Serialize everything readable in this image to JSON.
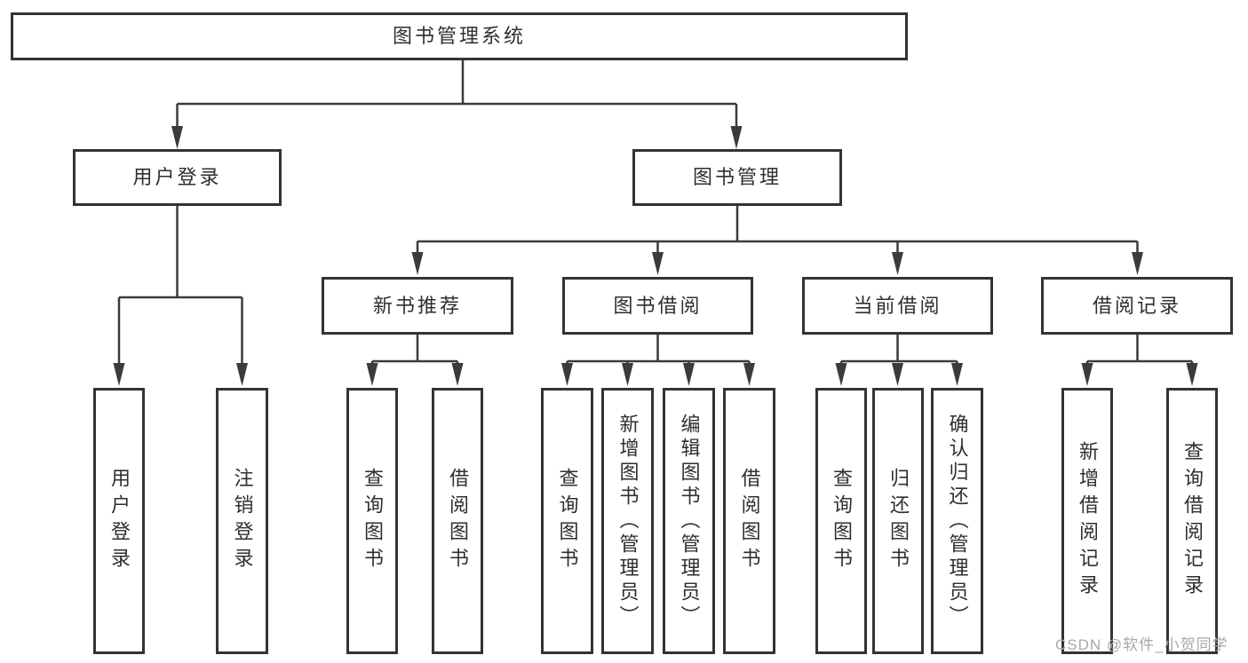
{
  "diagram": {
    "type": "hierarchy-flowchart",
    "tree": {
      "root": "图书管理系统",
      "children": [
        {
          "label": "用户登录",
          "children": [
            {
              "label": "用户登录"
            },
            {
              "label": "注销登录"
            }
          ]
        },
        {
          "label": "图书管理",
          "children": [
            {
              "label": "新书推荐",
              "children": [
                {
                  "label": "查询图书"
                },
                {
                  "label": "借阅图书"
                }
              ]
            },
            {
              "label": "图书借阅",
              "children": [
                {
                  "label": "查询图书"
                },
                {
                  "label": "新增图书（管理员）"
                },
                {
                  "label": "编辑图书（管理员）"
                },
                {
                  "label": "借阅图书"
                }
              ]
            },
            {
              "label": "当前借阅",
              "children": [
                {
                  "label": "查询图书"
                },
                {
                  "label": "归还图书"
                },
                {
                  "label": "确认归还（管理员）"
                }
              ]
            },
            {
              "label": "借阅记录",
              "children": [
                {
                  "label": "新增借阅记录"
                },
                {
                  "label": "查询借阅记录"
                }
              ]
            }
          ]
        }
      ]
    },
    "watermark": "CSDN @软件_小贺同学",
    "colors": {
      "line": "#3b3b3b",
      "box_border": "#333333",
      "text": "#2f2f2f",
      "watermark": "#a8a8ab",
      "background": "#ffffff"
    }
  }
}
